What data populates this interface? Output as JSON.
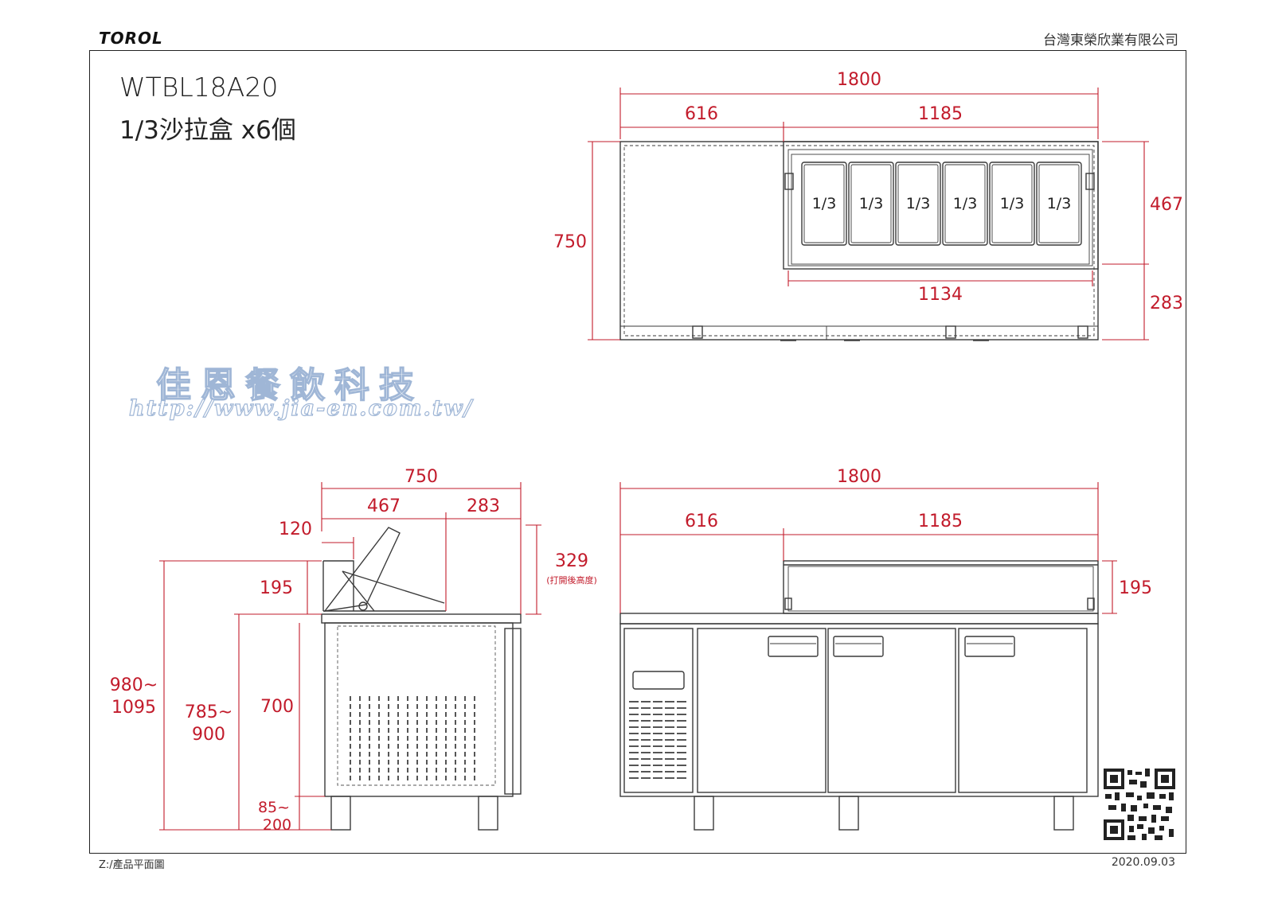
{
  "header": {
    "logo_text": "TOROL",
    "company": "台灣東榮欣業有限公司"
  },
  "title": {
    "model": "WTBL18A20",
    "description": "1/3沙拉盒 x6個"
  },
  "watermark": {
    "line1": "佳恩餐飲科技",
    "line2": "http://www.jia-en.com.tw/"
  },
  "top_view": {
    "dims": {
      "total_width": "1800",
      "left_section": "616",
      "right_section": "1185",
      "depth": "750",
      "well_depth": "467",
      "front_depth": "283",
      "well_width": "1134"
    },
    "pans": [
      "1/3",
      "1/3",
      "1/3",
      "1/3",
      "1/3",
      "1/3"
    ]
  },
  "side_view": {
    "dims": {
      "width": "750",
      "back_part": "467",
      "front_part": "283",
      "lid_offset": "120",
      "open_height": "329",
      "open_height_note": "(打開後高度)",
      "lid_height": "195",
      "total_height_line1": "980~",
      "total_height_line2": "1095",
      "counter_height_line1": "785~",
      "counter_height_line2": "900",
      "body_height": "700",
      "leg_height_line1": "85~",
      "leg_height_line2": "200"
    }
  },
  "front_view": {
    "dims": {
      "total_width": "1800",
      "left_section": "616",
      "right_section": "1185",
      "lid_height": "195"
    }
  },
  "footer": {
    "left": "Z:/產品平面圖",
    "date": "2020.09.03"
  },
  "colors": {
    "dimension": "#c21b2b",
    "outline": "#333333",
    "watermark": "#9fb6d6"
  }
}
